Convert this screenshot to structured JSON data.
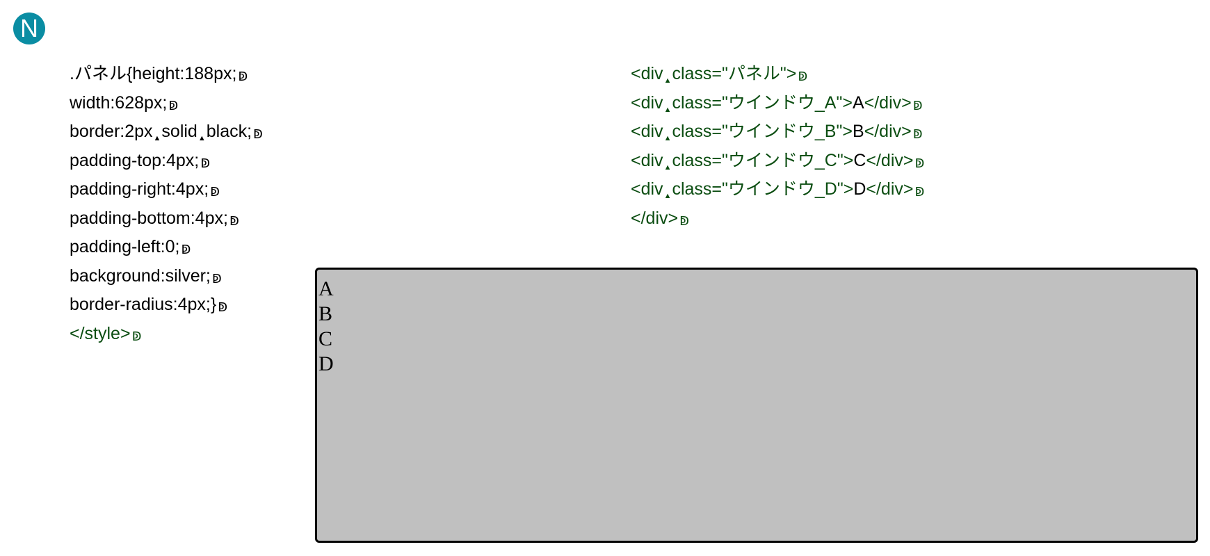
{
  "app": {
    "logo_letter": "N",
    "logo_color": "#0a8da3"
  },
  "colors": {
    "tag": "#0b4d11",
    "plain": "#000000",
    "panel_bg": "#c0c0c0"
  },
  "symbols": {
    "newline": "ↁ",
    "space": "▲"
  },
  "css_code": {
    "lines": [
      [
        {
          "t": ".パネル{height:188px;",
          "c": "plain"
        }
      ],
      [
        {
          "t": "width:628px;",
          "c": "plain"
        }
      ],
      [
        {
          "t": "border:2px",
          "c": "plain"
        },
        {
          "sp": true
        },
        {
          "t": "solid",
          "c": "plain"
        },
        {
          "sp": true
        },
        {
          "t": "black;",
          "c": "plain"
        }
      ],
      [
        {
          "t": "padding-top:4px;",
          "c": "plain"
        }
      ],
      [
        {
          "t": "padding-right:4px;",
          "c": "plain"
        }
      ],
      [
        {
          "t": "padding-bottom:4px;",
          "c": "plain"
        }
      ],
      [
        {
          "t": "padding-left:0;",
          "c": "plain"
        }
      ],
      [
        {
          "t": "background:silver;",
          "c": "plain"
        }
      ],
      [
        {
          "t": "border-radius:4px;}",
          "c": "plain"
        }
      ],
      [
        {
          "t": "</style>",
          "c": "tag"
        }
      ]
    ]
  },
  "html_code": {
    "lines": [
      [
        {
          "t": "<div",
          "c": "tag"
        },
        {
          "sp": true
        },
        {
          "t": "class=\"パネル\">",
          "c": "tag"
        }
      ],
      [
        {
          "t": "<div",
          "c": "tag"
        },
        {
          "sp": true
        },
        {
          "t": "class=\"ウインドウ_A\">",
          "c": "tag"
        },
        {
          "t": "A",
          "c": "plain"
        },
        {
          "t": "</div>",
          "c": "tag"
        }
      ],
      [
        {
          "t": "<div",
          "c": "tag"
        },
        {
          "sp": true
        },
        {
          "t": "class=\"ウインドウ_B\">",
          "c": "tag"
        },
        {
          "t": "B",
          "c": "plain"
        },
        {
          "t": "</div>",
          "c": "tag"
        }
      ],
      [
        {
          "t": "<div",
          "c": "tag"
        },
        {
          "sp": true
        },
        {
          "t": "class=\"ウインドウ_C\">",
          "c": "tag"
        },
        {
          "t": "C",
          "c": "plain"
        },
        {
          "t": "</div>",
          "c": "tag"
        }
      ],
      [
        {
          "t": "<div",
          "c": "tag"
        },
        {
          "sp": true
        },
        {
          "t": "class=\"ウインドウ_D\">",
          "c": "tag"
        },
        {
          "t": "D",
          "c": "plain"
        },
        {
          "t": "</div>",
          "c": "tag"
        }
      ],
      [
        {
          "t": "</div>",
          "c": "tag"
        }
      ]
    ]
  },
  "preview": {
    "windows": [
      "A",
      "B",
      "C",
      "D"
    ]
  }
}
